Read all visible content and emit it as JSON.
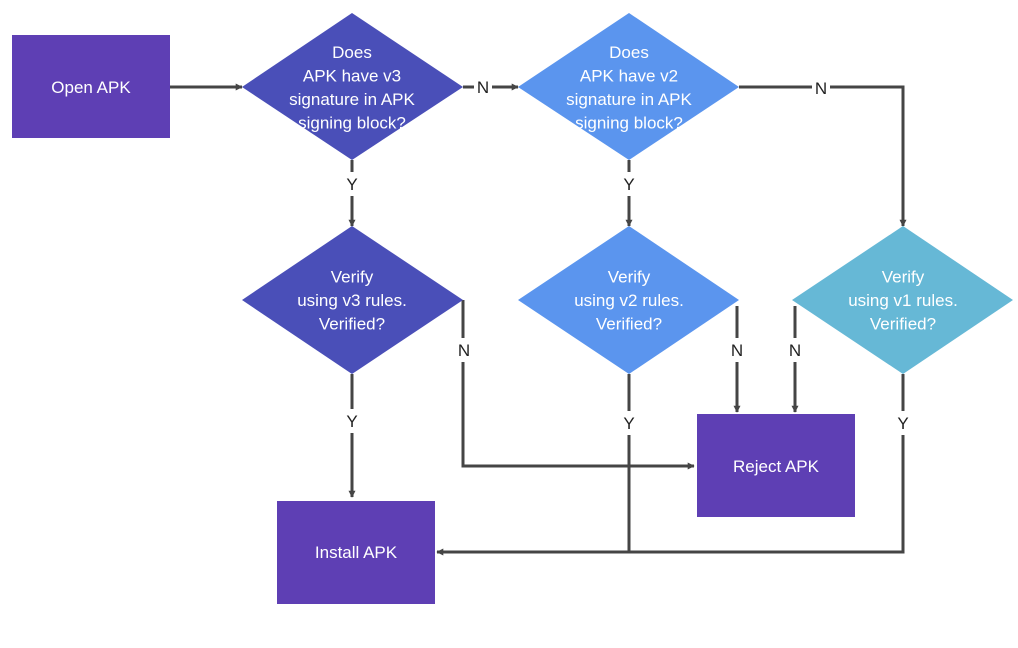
{
  "colors": {
    "terminal": "#5E3FB4",
    "decision_v3": "#4A4FB8",
    "decision_v2": "#5B95EE",
    "decision_v1": "#66B8D6",
    "edge": "#454545"
  },
  "nodes": {
    "open_apk": {
      "lines": [
        "Open APK"
      ]
    },
    "has_v3": {
      "lines": [
        "Does",
        "APK have v3",
        "signature in APK",
        "signing block?"
      ]
    },
    "has_v2": {
      "lines": [
        "Does",
        "APK have v2",
        "signature in APK",
        "signing block?"
      ]
    },
    "verify_v3": {
      "lines": [
        "Verify",
        "using v3 rules.",
        "Verified?"
      ]
    },
    "verify_v2": {
      "lines": [
        "Verify",
        "using v2 rules.",
        "Verified?"
      ]
    },
    "verify_v1": {
      "lines": [
        "Verify",
        "using v1 rules.",
        "Verified?"
      ]
    },
    "reject_apk": {
      "lines": [
        "Reject APK"
      ]
    },
    "install_apk": {
      "lines": [
        "Install APK"
      ]
    }
  },
  "edge_labels": {
    "v3_no": "N",
    "v3_yes": "Y",
    "v2_no": "N",
    "v2_yes": "Y",
    "v3_verify_no": "N",
    "v3_verify_yes": "Y",
    "v2_verify_no": "N",
    "v2_verify_yes": "Y",
    "v1_verify_no": "N",
    "v1_verify_yes": "Y"
  }
}
